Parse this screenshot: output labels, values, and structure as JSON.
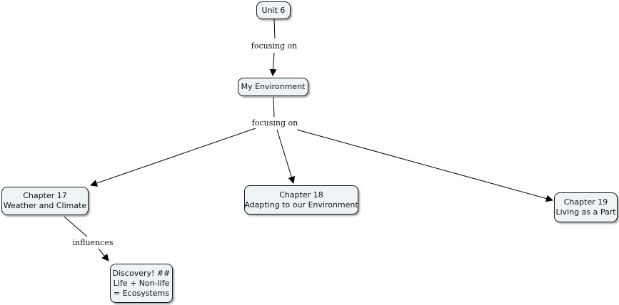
{
  "nodes": {
    "unit6": {
      "lines": [
        "Unit 6"
      ]
    },
    "my_environment": {
      "lines": [
        "My Environment"
      ]
    },
    "chapter17": {
      "lines": [
        "Chapter 17",
        "Weather and Climate"
      ]
    },
    "chapter18": {
      "lines": [
        "Chapter 18",
        "Adapting to our Environment"
      ]
    },
    "chapter19": {
      "lines": [
        "Chapter 19",
        "Living as a Part"
      ]
    },
    "discovery": {
      "lines": [
        "Discovery! ##",
        "Life + Non-life",
        "= Ecosystems"
      ]
    }
  },
  "links": {
    "unit_to_env": "focusing on",
    "env_to_chapters": "focusing on",
    "ch17_to_discovery": "influences"
  }
}
